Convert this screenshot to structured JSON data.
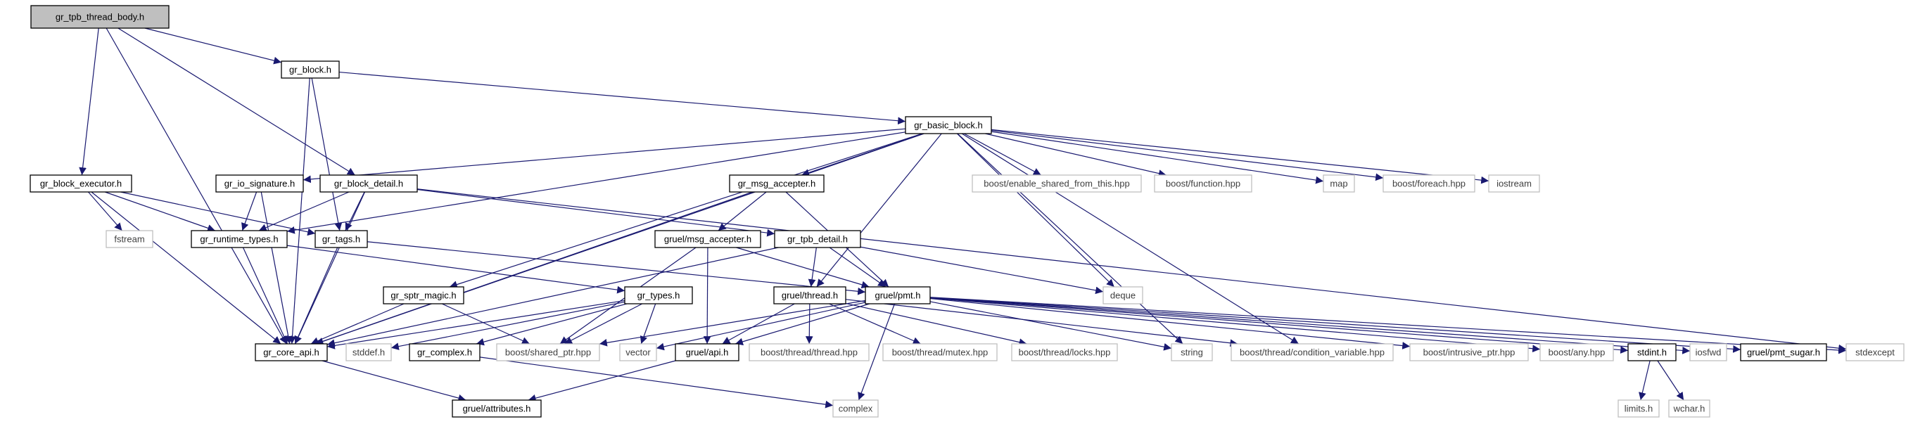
{
  "colors": {
    "edge": "#191970",
    "root_fill": "#bfbfbf",
    "node_border": "#000000",
    "external_border": "#bfbfbf",
    "external_text": "#404040",
    "background": "#ffffff"
  },
  "nodes": [
    {
      "id": "n0",
      "label": "gr_tpb_thread_body.h",
      "kind": "root"
    },
    {
      "id": "n1",
      "label": "gr_block.h",
      "kind": "header"
    },
    {
      "id": "n2",
      "label": "gr_block_executor.h",
      "kind": "header"
    },
    {
      "id": "n3",
      "label": "gr_block_detail.h",
      "kind": "header"
    },
    {
      "id": "n4",
      "label": "gr_core_api.h",
      "kind": "header"
    },
    {
      "id": "n5",
      "label": "gr_basic_block.h",
      "kind": "header"
    },
    {
      "id": "n6",
      "label": "gr_io_signature.h",
      "kind": "header"
    },
    {
      "id": "n7",
      "label": "gr_msg_accepter.h",
      "kind": "header"
    },
    {
      "id": "n8",
      "label": "boost/enable_shared_from_this.hpp",
      "kind": "external"
    },
    {
      "id": "n9",
      "label": "boost/function.hpp",
      "kind": "external"
    },
    {
      "id": "n10",
      "label": "map",
      "kind": "external"
    },
    {
      "id": "n11",
      "label": "boost/foreach.hpp",
      "kind": "external"
    },
    {
      "id": "n12",
      "label": "iostream",
      "kind": "external"
    },
    {
      "id": "n13",
      "label": "fstream",
      "kind": "external"
    },
    {
      "id": "n14",
      "label": "gr_runtime_types.h",
      "kind": "header"
    },
    {
      "id": "n15",
      "label": "gr_tags.h",
      "kind": "header"
    },
    {
      "id": "n16",
      "label": "gruel/msg_accepter.h",
      "kind": "header"
    },
    {
      "id": "n17",
      "label": "gr_tpb_detail.h",
      "kind": "header"
    },
    {
      "id": "n18",
      "label": "deque",
      "kind": "external"
    },
    {
      "id": "n19",
      "label": "gruel/thread.h",
      "kind": "header"
    },
    {
      "id": "n20",
      "label": "gruel/pmt.h",
      "kind": "header"
    },
    {
      "id": "n21",
      "label": "gr_sptr_magic.h",
      "kind": "header"
    },
    {
      "id": "n22",
      "label": "gr_types.h",
      "kind": "header"
    },
    {
      "id": "n23",
      "label": "stddef.h",
      "kind": "external"
    },
    {
      "id": "n24",
      "label": "gr_complex.h",
      "kind": "header"
    },
    {
      "id": "n25",
      "label": "boost/shared_ptr.hpp",
      "kind": "external"
    },
    {
      "id": "n26",
      "label": "vector",
      "kind": "external"
    },
    {
      "id": "n27",
      "label": "gruel/api.h",
      "kind": "header"
    },
    {
      "id": "n28",
      "label": "boost/thread/thread.hpp",
      "kind": "external"
    },
    {
      "id": "n29",
      "label": "boost/thread/mutex.hpp",
      "kind": "external"
    },
    {
      "id": "n30",
      "label": "boost/thread/locks.hpp",
      "kind": "external"
    },
    {
      "id": "n31",
      "label": "string",
      "kind": "external"
    },
    {
      "id": "n32",
      "label": "boost/thread/condition_variable.hpp",
      "kind": "external"
    },
    {
      "id": "n33",
      "label": "boost/intrusive_ptr.hpp",
      "kind": "external"
    },
    {
      "id": "n34",
      "label": "boost/any.hpp",
      "kind": "external"
    },
    {
      "id": "n35",
      "label": "stdint.h",
      "kind": "header"
    },
    {
      "id": "n36",
      "label": "iosfwd",
      "kind": "external"
    },
    {
      "id": "n37",
      "label": "gruel/pmt_sugar.h",
      "kind": "header"
    },
    {
      "id": "n38",
      "label": "stdexcept",
      "kind": "external"
    },
    {
      "id": "n39",
      "label": "gruel/attributes.h",
      "kind": "header"
    },
    {
      "id": "n40",
      "label": "complex",
      "kind": "external"
    },
    {
      "id": "n41",
      "label": "limits.h",
      "kind": "external"
    },
    {
      "id": "n42",
      "label": "wchar.h",
      "kind": "external"
    }
  ],
  "edges": [
    [
      "n0",
      "n1"
    ],
    [
      "n0",
      "n2"
    ],
    [
      "n0",
      "n3"
    ],
    [
      "n0",
      "n4"
    ],
    [
      "n1",
      "n5"
    ],
    [
      "n1",
      "n15"
    ],
    [
      "n1",
      "n4"
    ],
    [
      "n5",
      "n6"
    ],
    [
      "n5",
      "n7"
    ],
    [
      "n5",
      "n8"
    ],
    [
      "n5",
      "n9"
    ],
    [
      "n5",
      "n10"
    ],
    [
      "n5",
      "n11"
    ],
    [
      "n5",
      "n12"
    ],
    [
      "n5",
      "n14"
    ],
    [
      "n5",
      "n4"
    ],
    [
      "n5",
      "n21"
    ],
    [
      "n5",
      "n19"
    ],
    [
      "n5",
      "n18"
    ],
    [
      "n5",
      "n31"
    ],
    [
      "n5",
      "n32"
    ],
    [
      "n2",
      "n13"
    ],
    [
      "n2",
      "n14"
    ],
    [
      "n2",
      "n15"
    ],
    [
      "n2",
      "n4"
    ],
    [
      "n3",
      "n14"
    ],
    [
      "n3",
      "n15"
    ],
    [
      "n3",
      "n17"
    ],
    [
      "n3",
      "n4"
    ],
    [
      "n3",
      "n38"
    ],
    [
      "n6",
      "n14"
    ],
    [
      "n6",
      "n4"
    ],
    [
      "n7",
      "n16"
    ],
    [
      "n7",
      "n20"
    ],
    [
      "n7",
      "n4"
    ],
    [
      "n14",
      "n22"
    ],
    [
      "n14",
      "n4"
    ],
    [
      "n15",
      "n20"
    ],
    [
      "n15",
      "n4"
    ],
    [
      "n16",
      "n27"
    ],
    [
      "n16",
      "n20"
    ],
    [
      "n16",
      "n25"
    ],
    [
      "n17",
      "n19"
    ],
    [
      "n17",
      "n20"
    ],
    [
      "n17",
      "n18"
    ],
    [
      "n17",
      "n4"
    ],
    [
      "n19",
      "n27"
    ],
    [
      "n19",
      "n28"
    ],
    [
      "n19",
      "n29"
    ],
    [
      "n19",
      "n30"
    ],
    [
      "n19",
      "n32"
    ],
    [
      "n20",
      "n27"
    ],
    [
      "n20",
      "n25"
    ],
    [
      "n20",
      "n33"
    ],
    [
      "n20",
      "n34"
    ],
    [
      "n20",
      "n35"
    ],
    [
      "n20",
      "n36"
    ],
    [
      "n20",
      "n37"
    ],
    [
      "n20",
      "n38"
    ],
    [
      "n20",
      "n26"
    ],
    [
      "n20",
      "n31"
    ],
    [
      "n20",
      "n40"
    ],
    [
      "n21",
      "n4"
    ],
    [
      "n21",
      "n25"
    ],
    [
      "n22",
      "n4"
    ],
    [
      "n22",
      "n24"
    ],
    [
      "n22",
      "n23"
    ],
    [
      "n22",
      "n25"
    ],
    [
      "n22",
      "n26"
    ],
    [
      "n24",
      "n40"
    ],
    [
      "n4",
      "n39"
    ],
    [
      "n27",
      "n39"
    ],
    [
      "n35",
      "n41"
    ],
    [
      "n35",
      "n42"
    ]
  ]
}
